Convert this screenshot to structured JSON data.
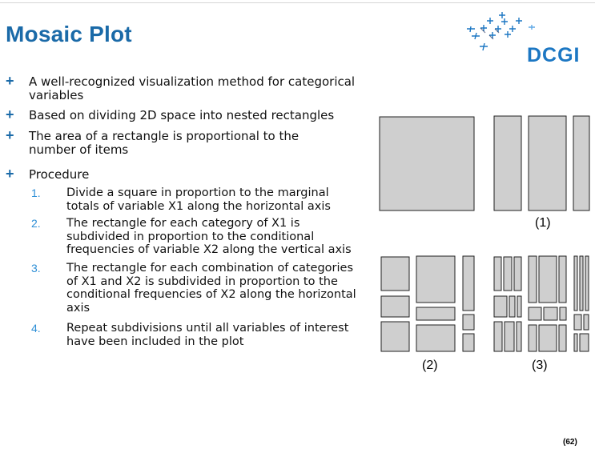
{
  "title": "Mosaic Plot",
  "logo": {
    "text": "DCGI"
  },
  "bullets": [
    "A well-recognized visualization method for categorical variables",
    "Based on dividing 2D space into nested rectangles",
    "The area of a rectangle is proportional to the number of items",
    "Procedure"
  ],
  "steps": [
    {
      "num": "1.",
      "text": "Divide a square in proportion to the marginal totals of variable X1 along the horizontal axis"
    },
    {
      "num": "2.",
      "text": "The rectangle for each category of X1 is subdivided in proportion to the conditional frequencies of variable X2 along the vertical axis"
    },
    {
      "num": "3.",
      "text": "The rectangle for each combination of categories of X1 and X2 is subdivided in proportion to the conditional frequencies of X2 along the horizontal axis"
    },
    {
      "num": "4.",
      "text": "Repeat subdivisions until all variables of interest have been included in the plot"
    }
  ],
  "captions": {
    "one": "(1)",
    "two": "(2)",
    "three": "(3)"
  },
  "page_number": "(62)",
  "colors": {
    "title": "#1a6aa8",
    "bullet": "#1a6aa8",
    "step_number": "#2e8fd6",
    "tile": "#cfcfcf"
  }
}
